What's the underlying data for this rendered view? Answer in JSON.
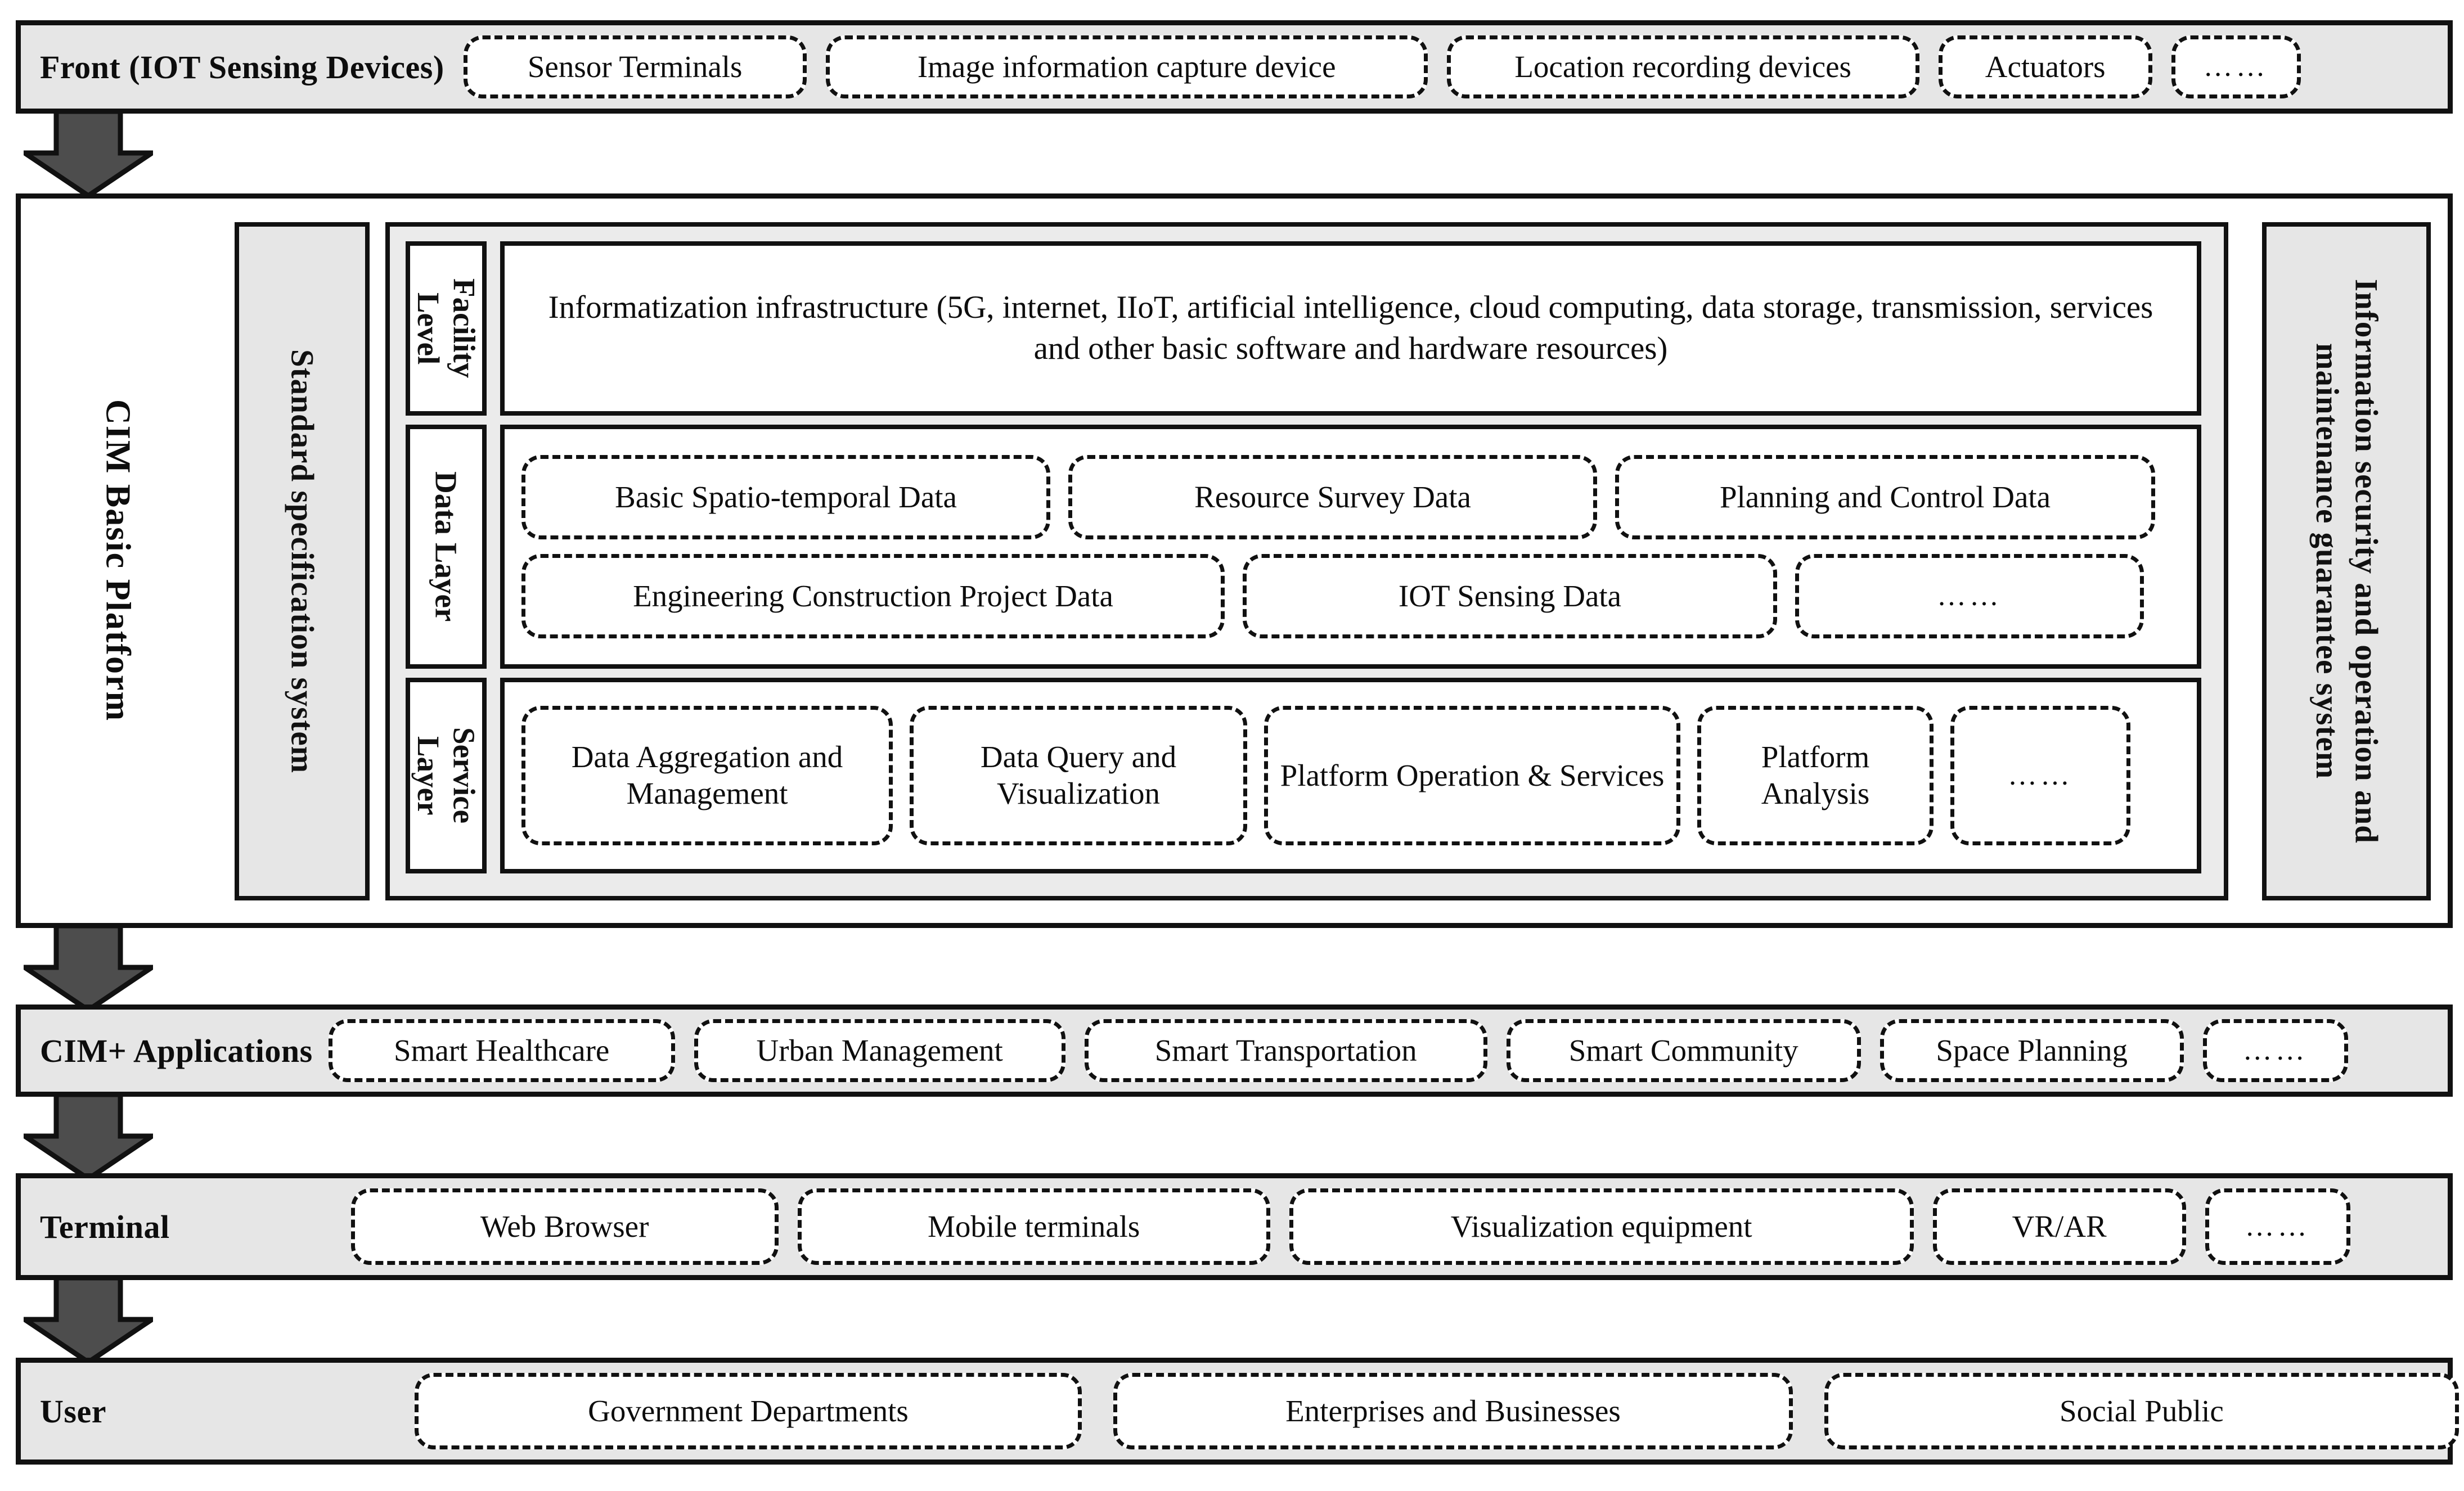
{
  "front": {
    "title": "Front (IOT Sensing Devices)",
    "items": [
      "Sensor Terminals",
      "Image information capture device",
      "Location recording devices",
      "Actuators",
      "……"
    ]
  },
  "cim_platform": {
    "title": "CIM  Basic  Platform",
    "standard_spec": "Standard specification system",
    "security_system": "Information security and operation and maintenance guarantee system",
    "layers": [
      {
        "label": "Facility Level",
        "kind": "text",
        "text": "Informatization infrastructure (5G, internet, IIoT, artificial intelligence, cloud computing, data storage, transmission, services and other basic software and hardware resources)"
      },
      {
        "label": "Data Layer",
        "kind": "chips",
        "rows": [
          [
            "Basic Spatio-temporal Data",
            "Resource Survey Data",
            "Planning and Control Data"
          ],
          [
            "Engineering Construction Project Data",
            "IOT Sensing Data",
            "……"
          ]
        ]
      },
      {
        "label": "Service Layer",
        "kind": "chips",
        "rows": [
          [
            "Data Aggregation and Management",
            "Data Query and Visualization",
            "Platform Operation & Services",
            "Platform Analysis",
            "……"
          ]
        ]
      }
    ]
  },
  "cim_applications": {
    "title": "CIM+ Applications",
    "items": [
      "Smart Healthcare",
      "Urban Management",
      "Smart Transportation",
      "Smart Community",
      "Space Planning",
      "……"
    ]
  },
  "terminal": {
    "title": "Terminal",
    "items": [
      "Web Browser",
      "Mobile terminals",
      "Visualization equipment",
      "VR/AR",
      "……"
    ]
  },
  "user": {
    "title": "User",
    "items": [
      "Government Departments",
      "Enterprises and Businesses",
      "Social Public"
    ]
  },
  "colors": {
    "band_fill": "#e6e6e6",
    "panel_fill": "#ebebeb",
    "chip_fill": "#ffffff",
    "outline": "#111111",
    "arrow_fill": "#4d4d4d"
  },
  "arrows": [
    "down-arrow-front-to-platform",
    "down-arrow-platform-to-applications",
    "down-arrow-applications-to-terminal",
    "down-arrow-terminal-to-user"
  ]
}
